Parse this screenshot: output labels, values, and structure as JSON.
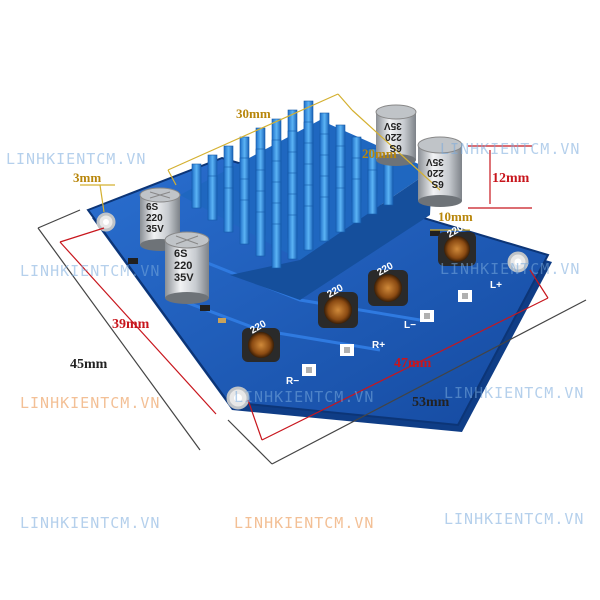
{
  "dimensions": {
    "heatsink_length": "30mm",
    "heatsink_width": "20mm",
    "mount_hole_offset": "3mm",
    "capacitor_height": "12mm",
    "cap_spacing": "10mm",
    "board_depth_inner": "39mm",
    "board_depth_outer": "45mm",
    "board_length_inner": "47mm",
    "board_length_outer": "53mm"
  },
  "capacitors": [
    {
      "line1": "6S",
      "line2": "220",
      "line3": "35V"
    },
    {
      "line1": "6S",
      "line2": "220",
      "line3": "35V"
    },
    {
      "line1": "6S",
      "line2": "220",
      "line3": "35V"
    },
    {
      "line1": "6S",
      "line2": "220",
      "line3": "35V"
    }
  ],
  "inductor_marking": "220",
  "terminals": {
    "r_minus": "R−",
    "r_plus": "R+",
    "l_minus": "L−",
    "l_plus": "L+"
  },
  "watermark": "LINHKIENTCM.VN",
  "colors": {
    "pcb": "#1a5ab8",
    "heatsink": "#2f8fe0",
    "dim_red": "#c8161d",
    "dim_gold": "#b8860b"
  }
}
